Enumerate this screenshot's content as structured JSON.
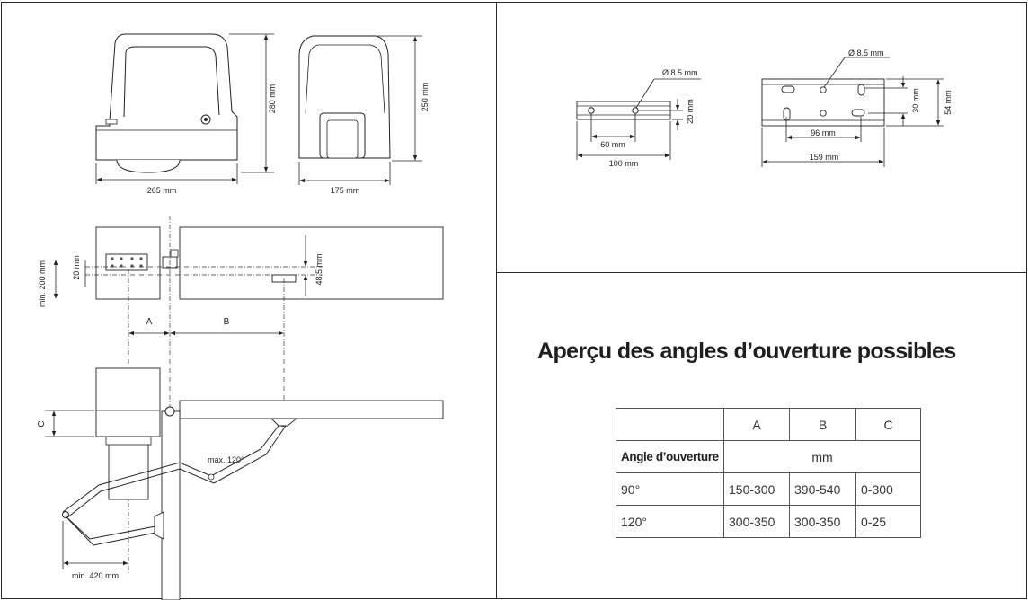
{
  "drawing": {
    "motor_width": "265 mm",
    "motor_height": "280 mm",
    "cover_width": "175 mm",
    "cover_height": "250 mm",
    "plate_hole_diameter": "Ø 8.5 mm",
    "plate_hole_spacing": "60 mm",
    "plate_length": "100 mm",
    "plate_hole_offset": "20 mm",
    "bracket_hole_diameter": "Ø 8.5 mm",
    "bracket_hole_spacing": "96 mm",
    "bracket_length": "159 mm",
    "bracket_inner_height": "30 mm",
    "bracket_height": "54 mm",
    "pillar_min": "min. 200 mm",
    "post_offset": "20 mm",
    "arm_offset": "48.5 mm",
    "label_a": "A",
    "label_b": "B",
    "label_c": "C",
    "max_angle": "max. 120°",
    "min_arm": "min. 420 mm"
  },
  "overview": {
    "title": "Aperçu des angles d’ouverture possibles",
    "columns": [
      "",
      "A",
      "B",
      "C"
    ],
    "unit_row": {
      "label": "Angle d’ouverture",
      "unit": "mm"
    },
    "rows": [
      {
        "angle": "90°",
        "a": "150-300",
        "b": "390-540",
        "c": "0-300"
      },
      {
        "angle": "120°",
        "a": "300-350",
        "b": "300-350",
        "c": "0-25"
      }
    ]
  }
}
